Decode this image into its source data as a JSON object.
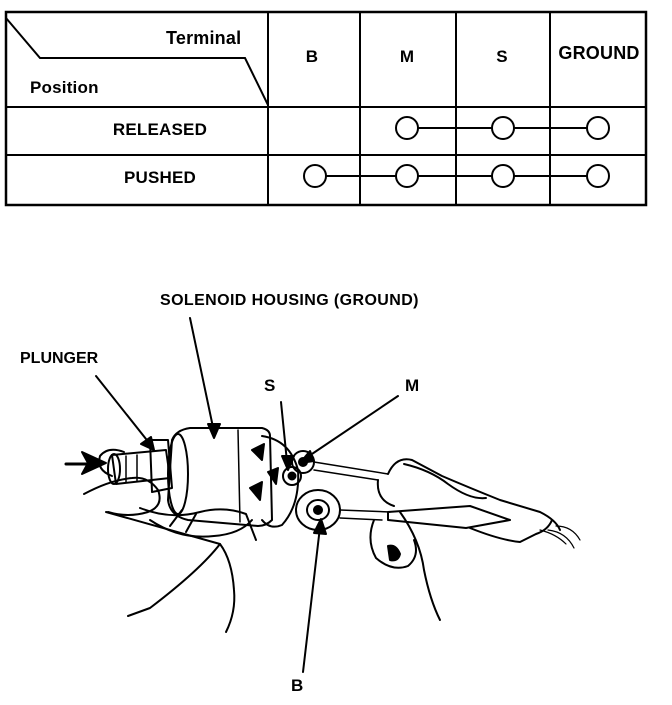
{
  "table": {
    "header_terminal": "Terminal",
    "header_position": "Position",
    "columns": [
      "B",
      "M",
      "S",
      "GROUND"
    ],
    "rows": [
      {
        "label": "RELEASED",
        "connected": [
          "M",
          "S",
          "GROUND"
        ]
      },
      {
        "label": "PUSHED",
        "connected": [
          "B",
          "M",
          "S",
          "GROUND"
        ]
      }
    ]
  },
  "illustration": {
    "housing_label": "SOLENOID HOUSING (GROUND)",
    "plunger_label": "PLUNGER",
    "s_label": "S",
    "m_label": "M",
    "b_label": "B"
  }
}
